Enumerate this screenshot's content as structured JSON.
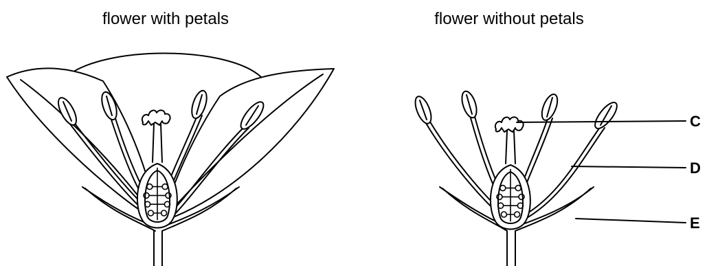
{
  "captions": {
    "left": "flower with petals",
    "right": "flower without petals"
  },
  "labels": {
    "c": "C",
    "d": "D",
    "e": "E"
  }
}
